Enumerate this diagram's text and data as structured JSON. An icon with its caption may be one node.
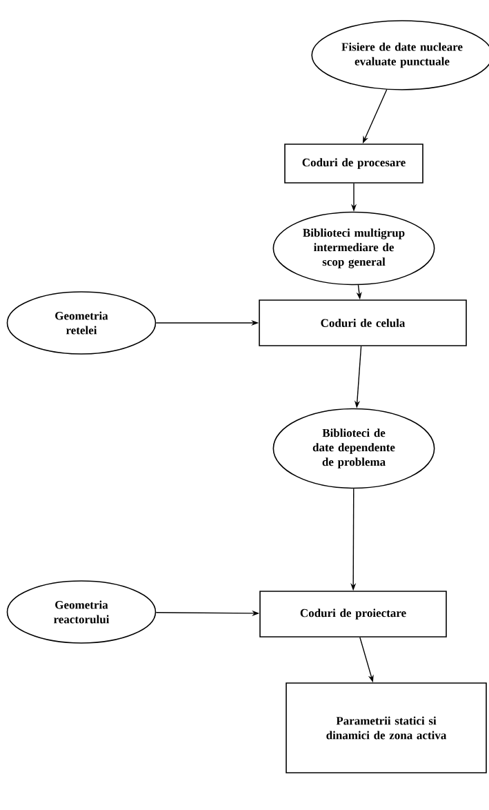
{
  "diagram": {
    "nodes": [
      {
        "text": [
          "Fisiere de date nucleare evaluate punctuale"
        ]
      },
      {
        "text": [
          "Coduri de procesare"
        ]
      },
      {
        "text": [
          "Biblioteci multigrup intermediare de scop general"
        ]
      },
      {
        "text": [
          "Geometria retelei"
        ]
      },
      {
        "text": [
          "Coduri de celula"
        ]
      },
      {
        "text": [
          "Biblioteci de date dependente de problema"
        ]
      },
      {
        "text": [
          "Geometria reactorului"
        ]
      },
      {
        "text": [
          "Coduri de proiectare"
        ]
      },
      {
        "text": [
          "Parametrii statici si dinamici de zona activa"
        ]
      }
    ],
    "edges": [
      {
        "from": 0,
        "to": 1,
        "arrow": "to"
      },
      {
        "from": 1,
        "to": 2,
        "arrow": "to"
      },
      {
        "from": 2,
        "to": 4,
        "arrow": "to"
      },
      {
        "from": 3,
        "to": 4,
        "arrow": "to"
      },
      {
        "from": 4,
        "to": 5,
        "arrow": "to"
      },
      {
        "from": 5,
        "to": 7,
        "arrow": "to"
      },
      {
        "from": 6,
        "to": 7,
        "arrow": "to"
      },
      {
        "from": 7,
        "to": 8,
        "arrow": "to"
      }
    ]
  }
}
